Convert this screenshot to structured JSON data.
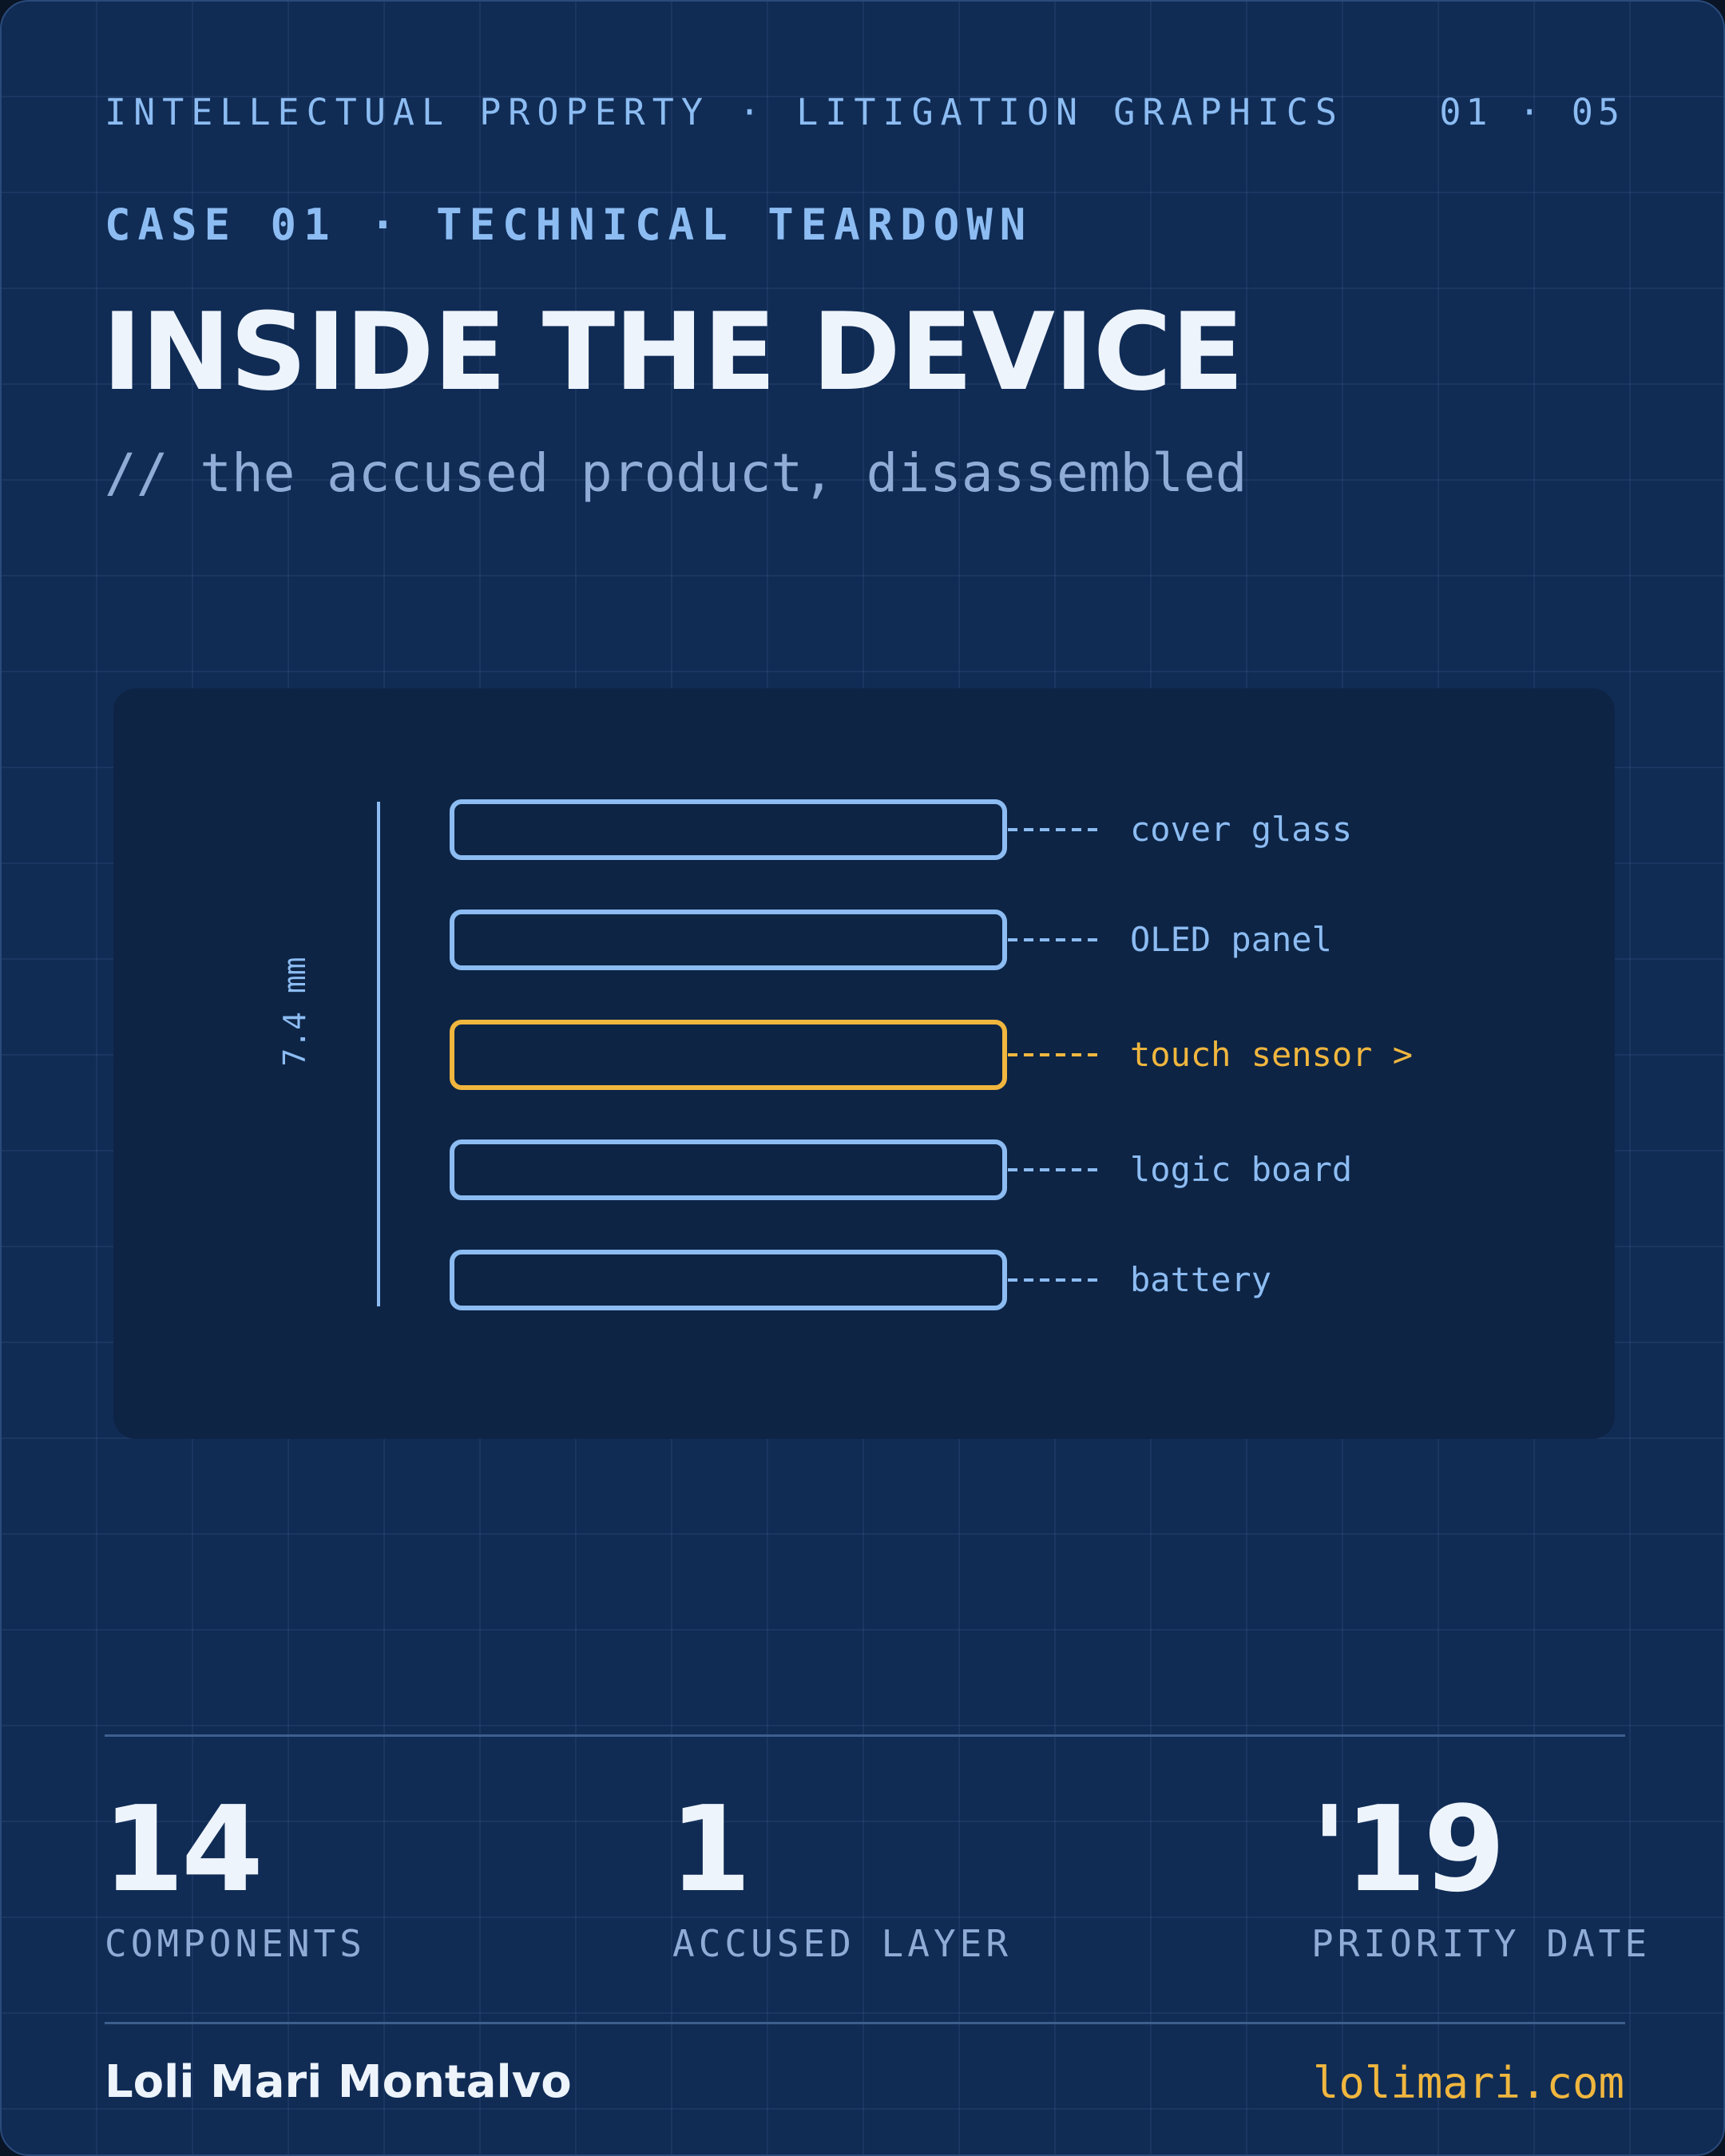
{
  "header": {
    "eyebrow": "INTELLECTUAL PROPERTY · LITIGATION GRAPHICS",
    "pager": "01 · 05",
    "case_label": "CASE 01 · TECHNICAL TEARDOWN",
    "title": "INSIDE THE DEVICE",
    "subtitle": "// the accused product, disassembled"
  },
  "diagram": {
    "dimension_label": "7.4 mm",
    "layers": [
      {
        "label": "cover glass",
        "highlighted": false
      },
      {
        "label": "OLED panel",
        "highlighted": false
      },
      {
        "label": "touch sensor >",
        "highlighted": true
      },
      {
        "label": "logic board",
        "highlighted": false
      },
      {
        "label": "battery",
        "highlighted": false
      }
    ]
  },
  "stats": [
    {
      "value": "14",
      "label": "COMPONENTS"
    },
    {
      "value": "1",
      "label": "ACCUSED LAYER"
    },
    {
      "value": "'19",
      "label": "PRIORITY DATE"
    }
  ],
  "footer": {
    "author": "Loli Mari Montalvo",
    "site": "lolimari.com"
  },
  "colors": {
    "background": "#102c55",
    "accent_blue": "#8cbcf2",
    "accent_gold": "#f0b63e",
    "text_light": "#eef4fc",
    "text_muted": "#8eacd6"
  }
}
